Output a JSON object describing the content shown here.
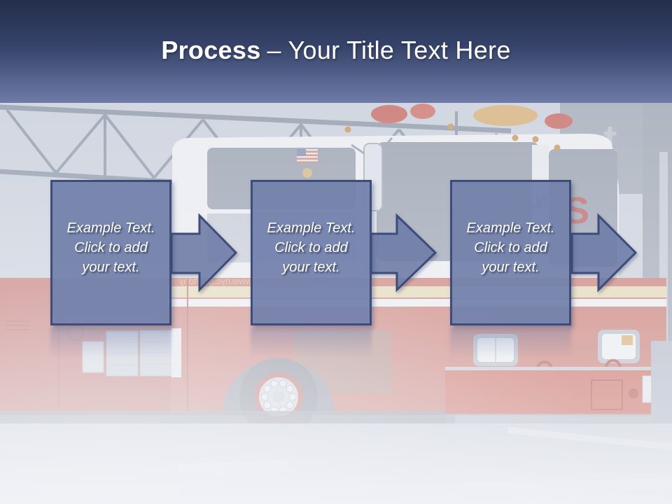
{
  "slide_title": {
    "bold": "Process",
    "rest": "– Your Title Text Here"
  },
  "steps": [
    {
      "name": "process-step-1",
      "lines": [
        "Example Text.",
        "Click to add",
        "your text."
      ]
    },
    {
      "name": "process-step-2",
      "lines": [
        "Example Text.",
        "Click to add",
        "your text."
      ]
    },
    {
      "name": "process-step-3",
      "lines": [
        "Example Text.",
        "Click to add",
        "your text."
      ]
    }
  ],
  "icons": {
    "arrow": "right-block-arrow"
  },
  "background": {
    "subject": "faded fire truck parked on city street (watermark photo)"
  },
  "colors": {
    "header_gradient_top": "#232e4b",
    "header_gradient_bottom": "#6d7ba6",
    "title_text": "#ffffff",
    "box_fill": "#7482ac",
    "box_border": "#3d4c7a",
    "arrow_fill": "#717fa9",
    "box_text": "#ffffff"
  }
}
